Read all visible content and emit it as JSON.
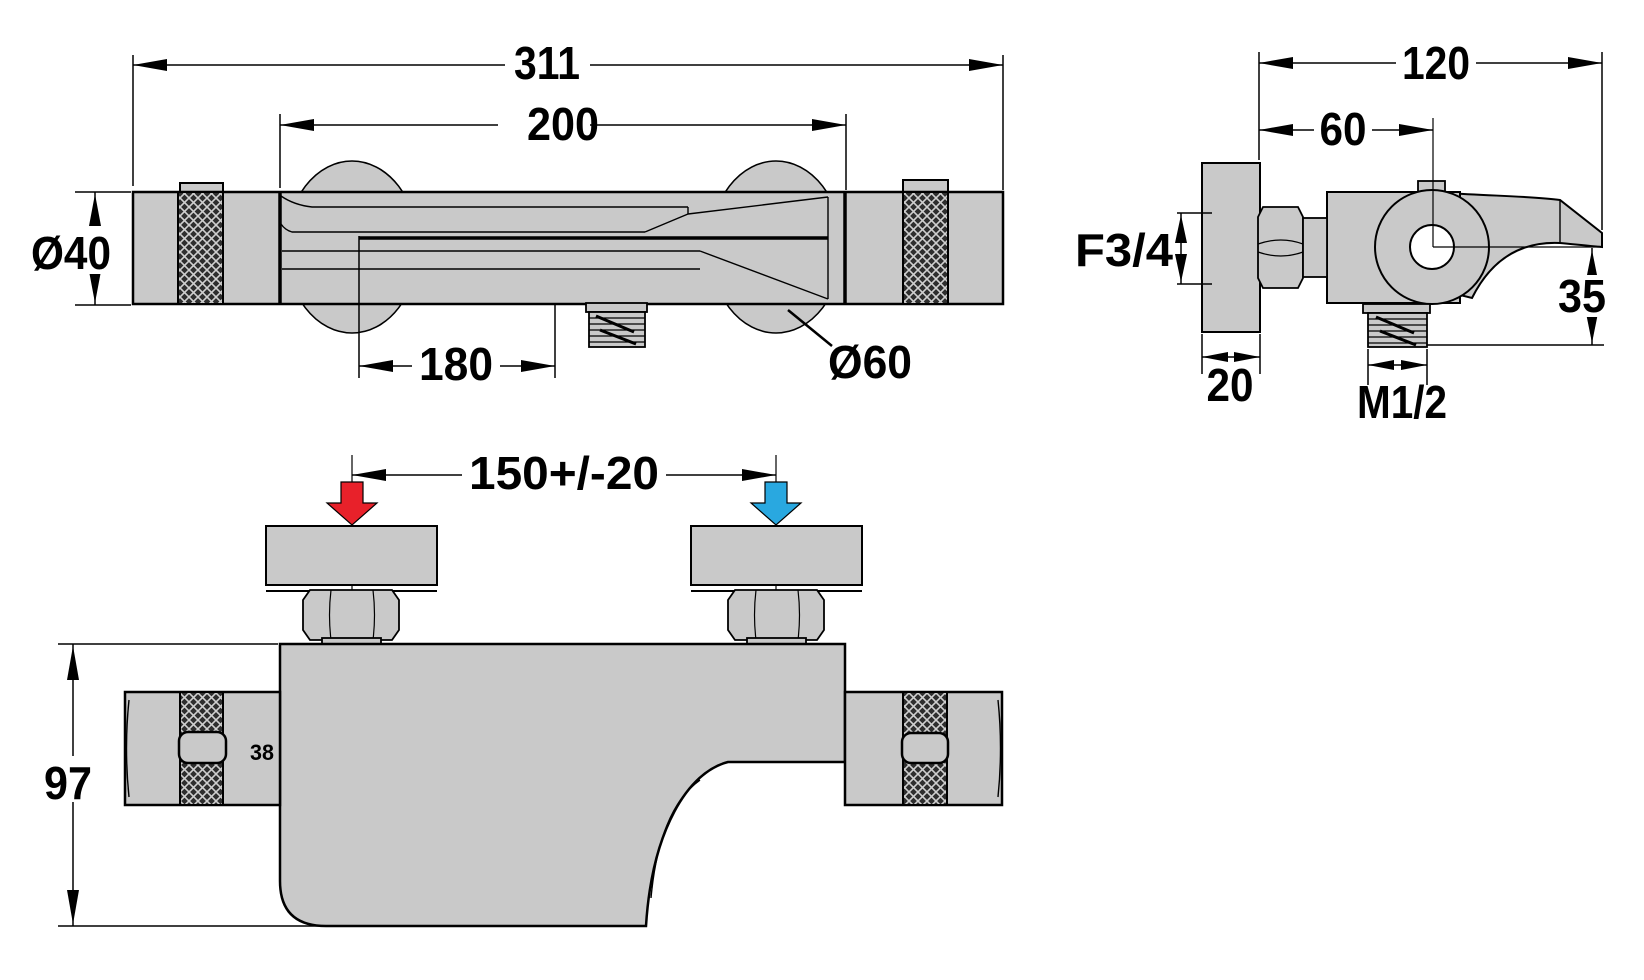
{
  "colors": {
    "background": "#ffffff",
    "part_fill": "#c9c9c9",
    "outline": "#000000",
    "hot_arrow": "#e8212a",
    "cold_arrow": "#29a8e0"
  },
  "front_view": {
    "dim_overall_length": "311",
    "dim_body_length": "200",
    "dim_body_diameter": "Ø40",
    "dim_cartridge_length": "180",
    "dim_escutcheon_diameter": "Ø60"
  },
  "side_view": {
    "dim_depth": "120",
    "dim_wall_to_center": "60",
    "dim_inlet_thread": "F3/4",
    "dim_outlet_drop": "35",
    "dim_plate_thickness": "20",
    "dim_outlet_thread": "M1/2"
  },
  "installed_view": {
    "dim_inlet_centers": "150+/-20",
    "dim_height": "97",
    "temp_stop_label": "38"
  }
}
